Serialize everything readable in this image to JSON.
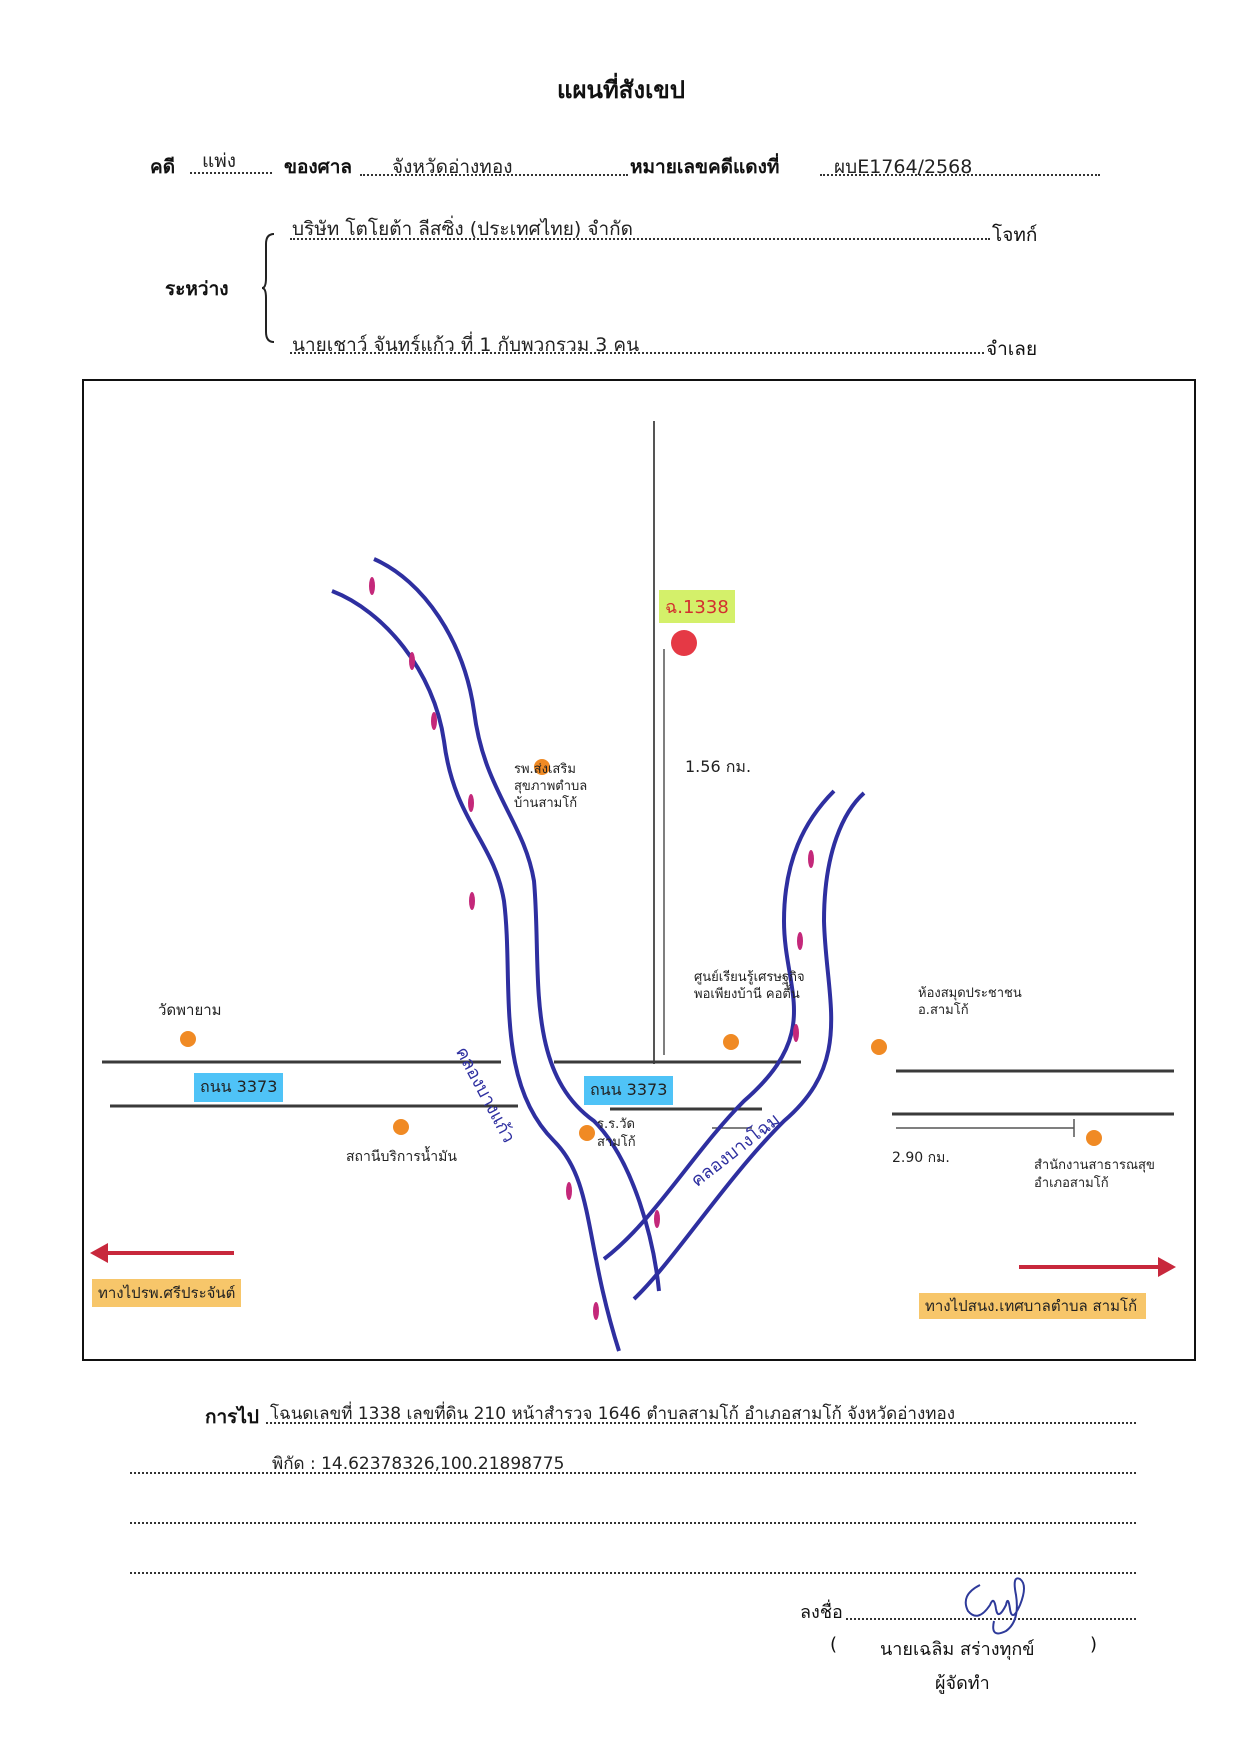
{
  "header": {
    "title": "แผนที่สังเขป",
    "case_label": "คดี",
    "case_type": "แพ่ง",
    "court_label": "ของศาล",
    "court_value": "จังหวัดอ่างทอง",
    "red_case_label": "หมายเลขคดีแดงที่",
    "red_case_value": "ผบE1764/2568"
  },
  "parties": {
    "between_label": "ระหว่าง",
    "plaintiff": "บริษัท โตโยต้า ลีสซิ่ง (ประเทศไทย) จำกัด",
    "plaintiff_role": "โจทก์",
    "defendant": "นายเชาว์ จันทร์แก้ว ที่ 1 กับพวกรวม 3 คน",
    "defendant_role": "จำเลย"
  },
  "map": {
    "deed_marker": "ฉ.1338",
    "distance_north": "1.56 กม.",
    "distance_east": "2.90 กม.",
    "road_left": "ถนน 3373",
    "road_center": "ถนน 3373",
    "canal_left": "คลองบางแก้ว",
    "canal_right": "คลองบางโฉม",
    "places": {
      "hospital": "รพ.ส่งเสริม สุขภาพตำบล บ้านสามโก้",
      "temple_left": "วัดพายาม",
      "service_shop": "ศูนย์เรียนรู้เศรษฐกิจ พอเพียงบ้านี คอตื้น",
      "district_office": "ห้องสมุดประชาชน อ.สามโก้",
      "gas_station": "สถานีบริการน้ำมัน",
      "wat_samko": "ร.ร.วัด สามโก้",
      "public_health": "สำนักงานสาธารณสุข อำเภอสามโก้"
    },
    "arrow_left_label": "ทางไปรพ.ศรีประจันต์",
    "arrow_right_label": "ทางไปสนง.เทศบาลตำบล สามโก้",
    "colors": {
      "frame": "#111111",
      "canal": "#2e2fa0",
      "road": "#3a3a3a",
      "highlight_blue": "#4fc3f7",
      "highlight_yellow": "#f7c66a",
      "highlight_green": "#d4f06a",
      "marker_red": "#e53945",
      "dot_orange": "#f08a24",
      "arrow_red": "#c8283c",
      "flow_pink": "#c4287a"
    }
  },
  "footer": {
    "directions_label": "การไป",
    "directions_line1": "โฉนดเลขที่ 1338 เลขที่ดิน 210 หน้าสำรวจ 1646 ตำบลสามโก้ อำเภอสามโก้ จังหวัดอ่างทอง",
    "directions_line2": "พิกัด : 14.62378326,100.21898775",
    "sign_label": "ลงชื่อ",
    "signer_open": "(",
    "signer_name": "นายเฉลิม สร่างทุกข์",
    "signer_close": ")",
    "signer_role": "ผู้จัดทำ"
  }
}
